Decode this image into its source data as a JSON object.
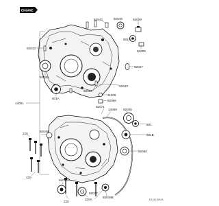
{
  "header": {
    "badge": "ENGINE",
    "code": "E1411 897A"
  },
  "labels": {
    "l92043": "92043",
    "l92049a": "92049",
    "l92009": "92009",
    "l92043b": "92043",
    "l601C": "601C",
    "l92009b": "92009",
    "l14001": "14001",
    "l92045": "92045",
    "l92027": "92027",
    "l601A": "601A",
    "l92043c": "92043",
    "l92043d": "92043",
    "l11009": "11009",
    "l92066": "92066",
    "l92071": "92071",
    "l14069": "14069",
    "l92045b": "92045",
    "l601": "601",
    "l601B": "601B",
    "l92060": "92060",
    "l220a": "220",
    "l92049b": "92049",
    "l220b": "220",
    "l220c": "220",
    "l92049A": "92049A",
    "l220A": "220A",
    "l92077": "92077",
    "l92049B": "92049B"
  }
}
